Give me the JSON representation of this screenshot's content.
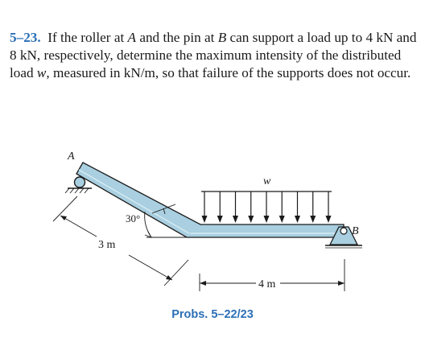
{
  "problem": {
    "number": "5–23.",
    "p1": "If the roller at ",
    "a": "A",
    "p2": " and the pin at ",
    "b": "B",
    "p3": " can support a load up to 4 kN and 8 kN, respectively, determine the maximum intensity of the distributed load ",
    "w": "w",
    "p4": ", measured in kN/m, so that failure of the supports does not occur."
  },
  "figure": {
    "label_a": "A",
    "label_b": "B",
    "label_w": "w",
    "angle": "30°",
    "dim_incline": "3 m",
    "dim_horizontal": "4 m",
    "load_arrow_count": 9,
    "beam_color": "#a9cfe0"
  },
  "caption": "Probs. 5–22/23"
}
